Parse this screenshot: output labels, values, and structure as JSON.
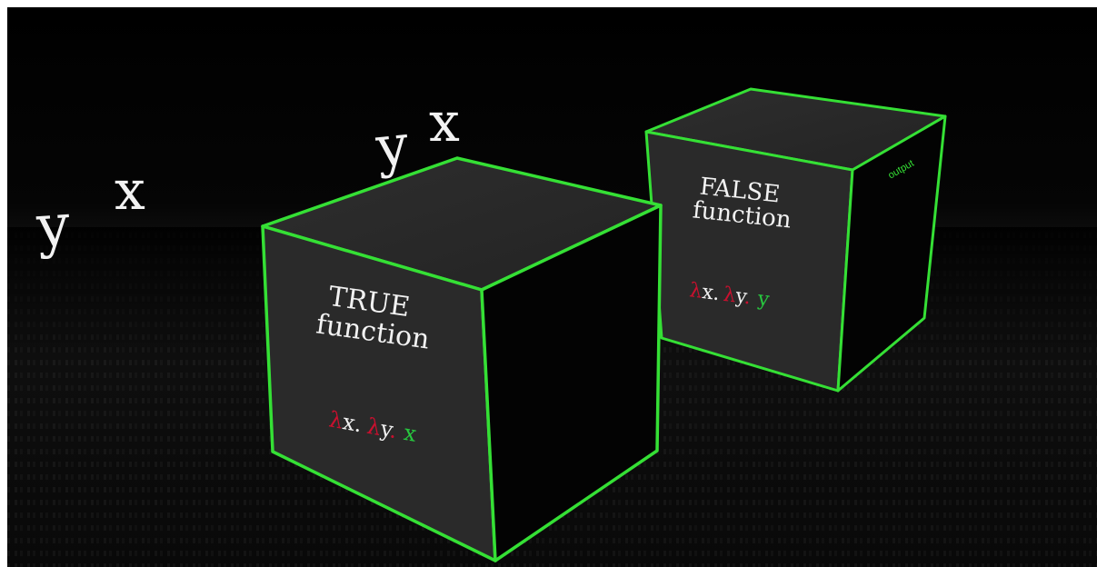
{
  "colors": {
    "background_top": "#000000",
    "floor": "#141414",
    "cube_face": "#2a2a2a",
    "cube_edge": "#35e035",
    "text_white": "#f2f2f2",
    "lambda_red": "#c8102e",
    "var_green": "#27c93f"
  },
  "loose_variables": {
    "left": {
      "y": "y",
      "x": "x"
    },
    "middle": {
      "y": "y",
      "x": "x"
    }
  },
  "true_box": {
    "title": "TRUE",
    "subtitle": "function",
    "expression": {
      "lambda1": "λ",
      "var1": "x",
      "dot1": ".",
      "lambda2": "λ",
      "var2": "y",
      "dot2": ".",
      "body": "x"
    }
  },
  "false_box": {
    "title": "FALSE",
    "subtitle": "function",
    "side_label": "output",
    "expression": {
      "lambda1": "λ",
      "var1": "x",
      "dot1": ".",
      "lambda2": "λ",
      "var2": "y",
      "dot2": ".",
      "body": "y"
    }
  }
}
